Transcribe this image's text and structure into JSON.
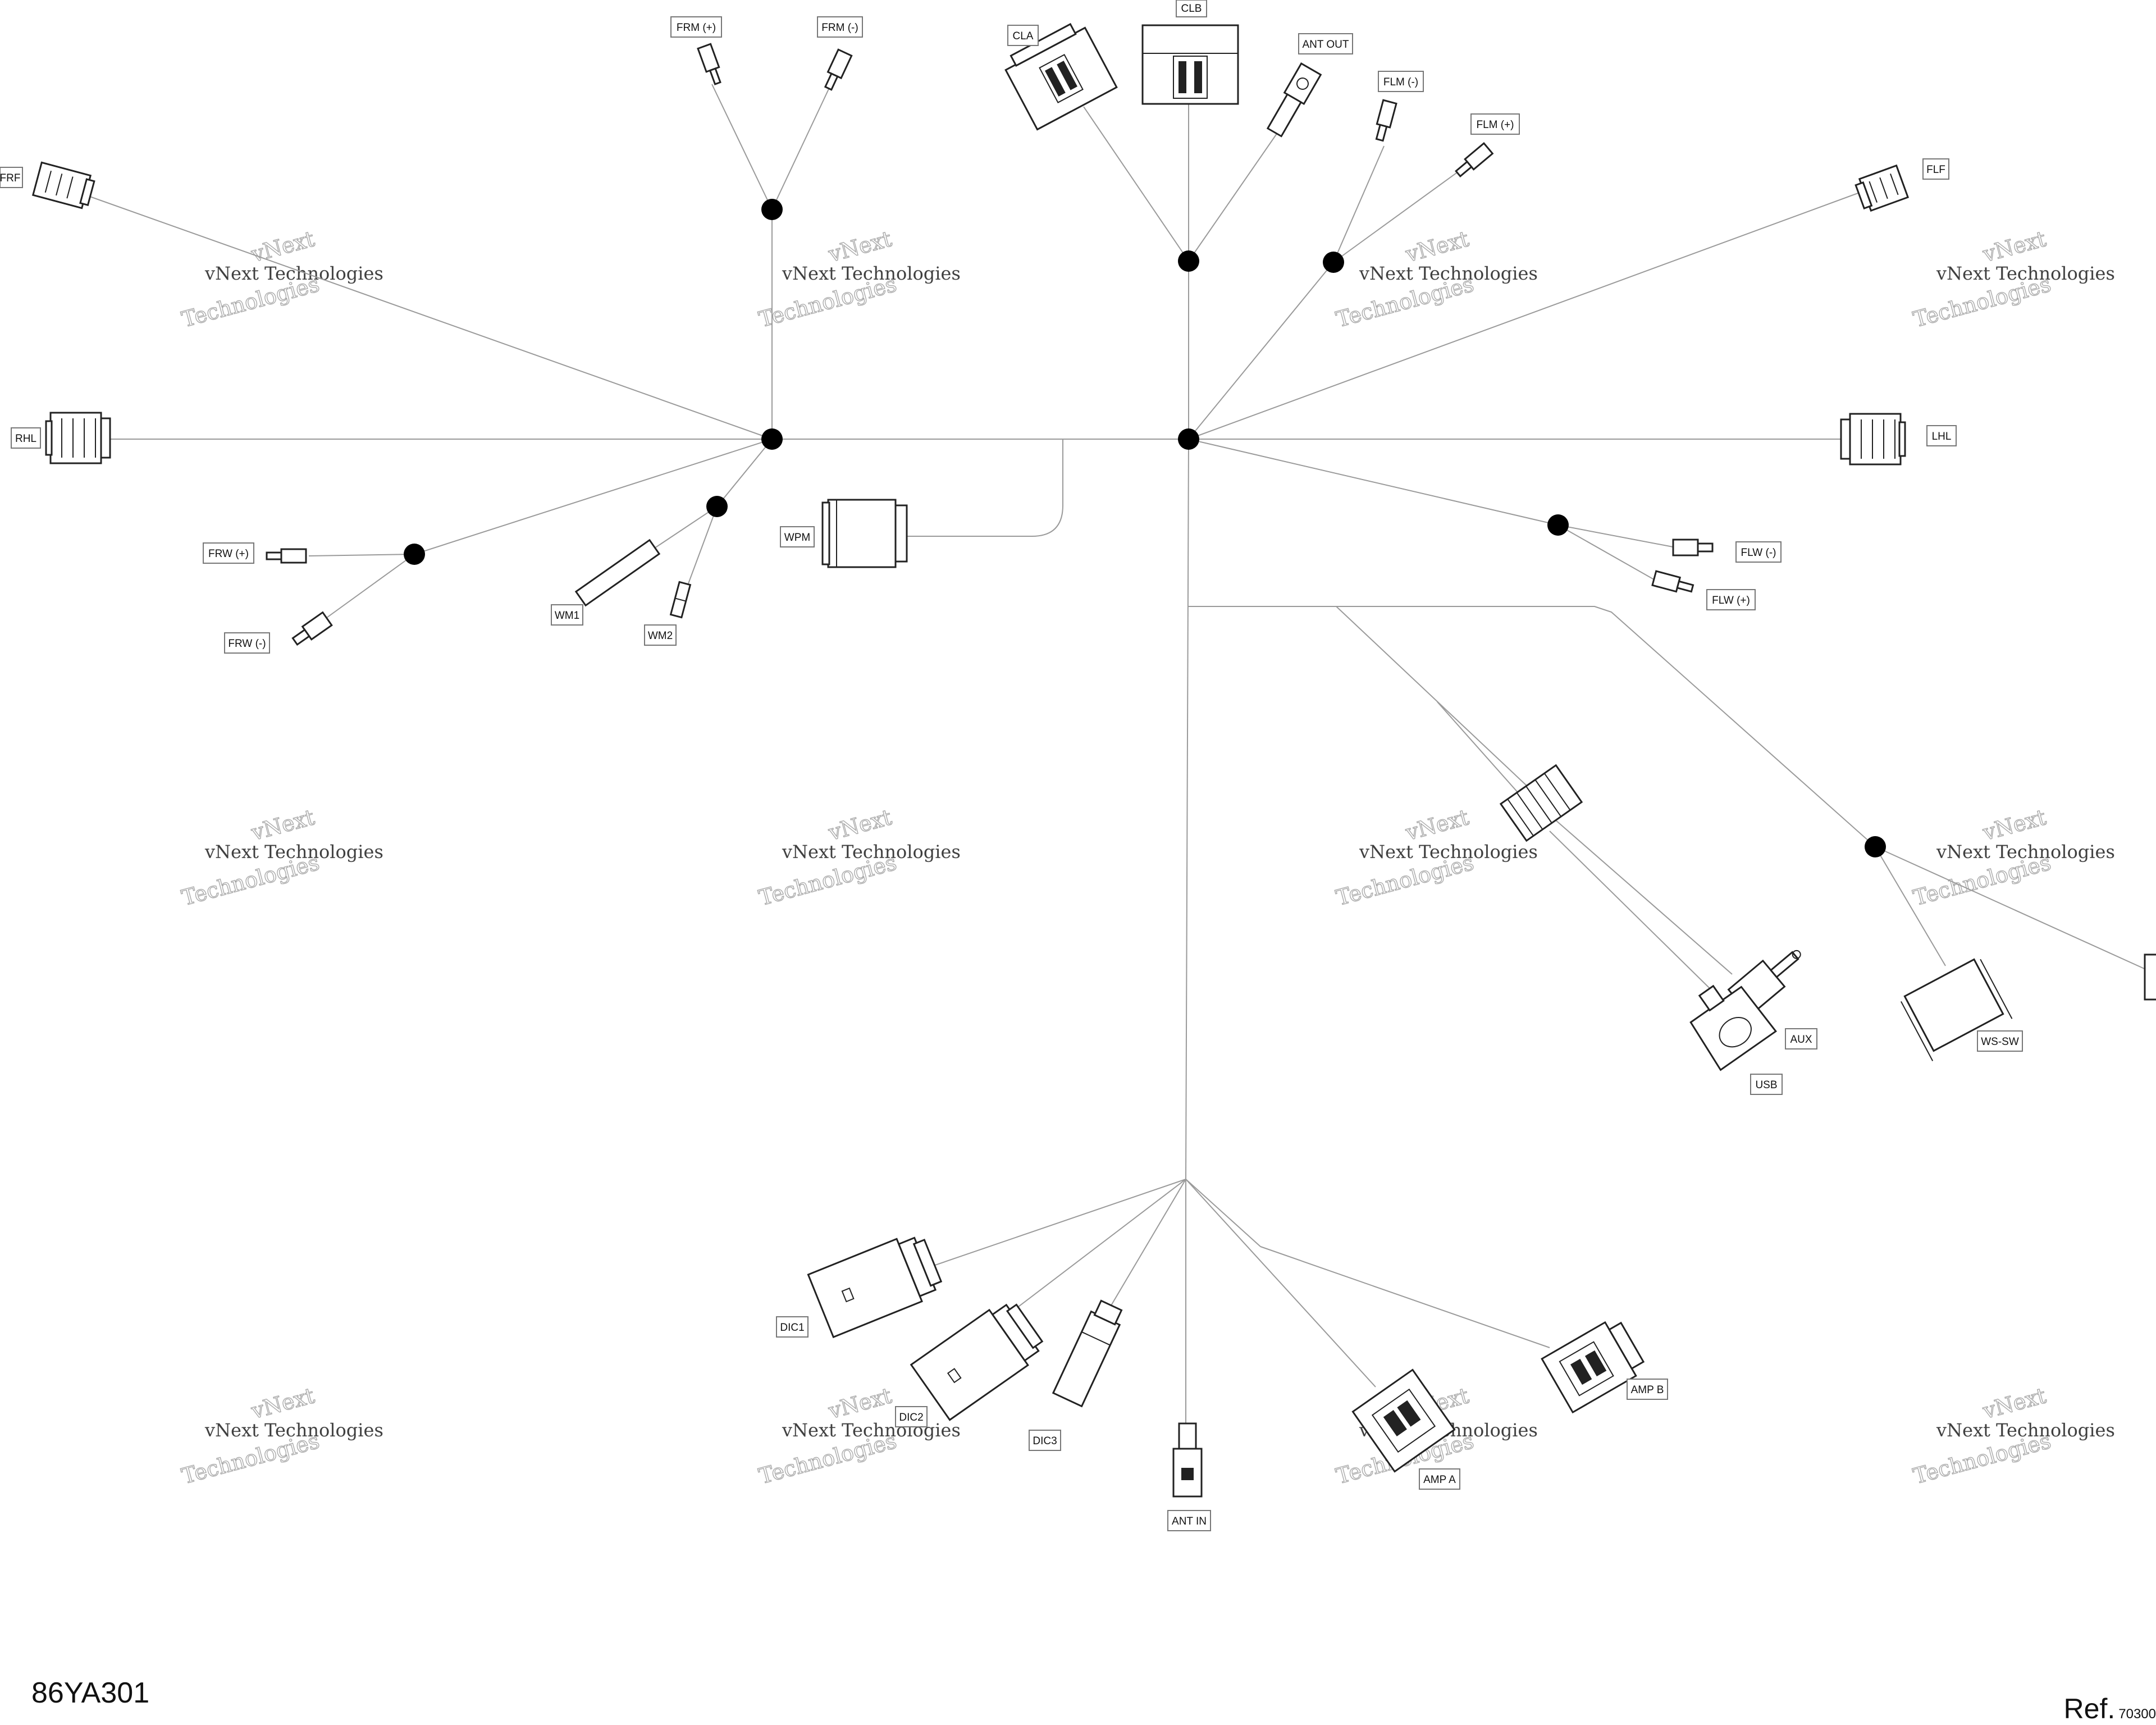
{
  "diagram": {
    "watermark": {
      "line1": "vNext",
      "line2": "vNext Technologies",
      "line3": "Technologies"
    },
    "labels": {
      "frm_plus": "FRM (+)",
      "frm_minus": "FRM (-)",
      "cla": "CLA",
      "clb": "CLB",
      "ant_out": "ANT OUT",
      "flm_minus": "FLM (-)",
      "flm_plus": "FLM (+)",
      "flf": "FLF",
      "frf": "FRF",
      "rhl": "RHL",
      "lhl": "LHL",
      "frw_plus": "FRW (+)",
      "frw_minus": "FRW (-)",
      "wm1": "WM1",
      "wm2": "WM2",
      "wpm": "WPM",
      "flw_minus": "FLW (-)",
      "flw_plus": "FLW (+)",
      "aux": "AUX",
      "usb": "USB",
      "ws_sw": "WS-SW",
      "dic1": "DIC1",
      "dic2": "DIC2",
      "dic3": "DIC3",
      "ant_in": "ANT IN",
      "amp_a": "AMP A",
      "amp_b": "AMP B"
    }
  },
  "footer": {
    "drawing_number": "86YA301",
    "ref_label": "Ref.",
    "ref_number": "70300"
  }
}
